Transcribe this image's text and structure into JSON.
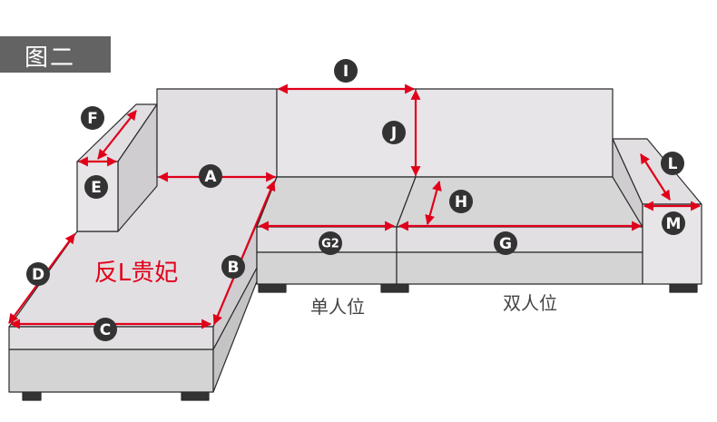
{
  "title": "图二",
  "overlay_label": "反L贵妃",
  "seat_labels": {
    "single": "单人位",
    "double": "双人位"
  },
  "markers": {
    "A": "A",
    "B": "B",
    "C": "C",
    "D": "D",
    "E": "E",
    "F": "F",
    "G": "G",
    "G2": "G2",
    "H": "H",
    "I": "I",
    "J": "J",
    "L": "L",
    "M": "M"
  },
  "colors": {
    "arrow": "#e0001a",
    "marker": "#333333",
    "cushion": "#e2dfe2",
    "base": "#d4d4d4",
    "outline": "#2a2a2a",
    "title_bg": "#636363"
  }
}
